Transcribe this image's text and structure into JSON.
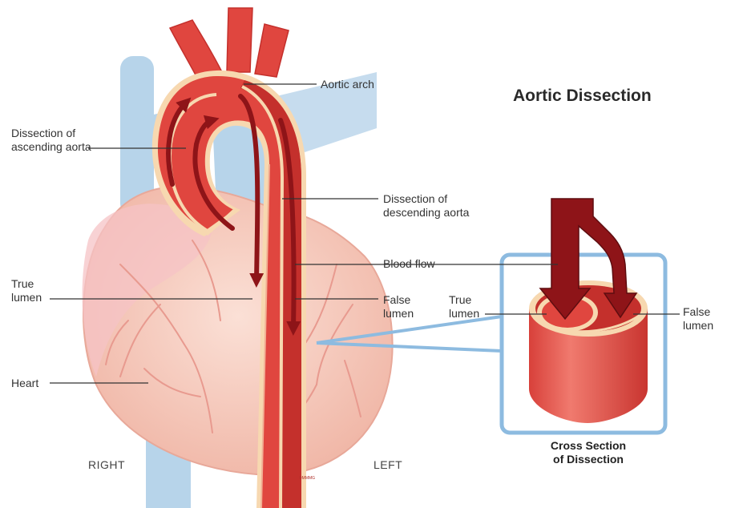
{
  "title": "Aortic Dissection",
  "labels": {
    "aortic_arch": "Aortic arch",
    "dissection_ascending": "Dissection of\nascending aorta",
    "dissection_descending": "Dissection of\ndescending aorta",
    "blood_flow": "Blood flow",
    "true_lumen_left": "True\nlumen",
    "false_lumen_center": "False\nlumen",
    "true_lumen_inset": "True\nlumen",
    "false_lumen_inset": "False\nlumen",
    "heart": "Heart",
    "right": "RIGHT",
    "left": "LEFT"
  },
  "inset_caption": "Cross Section\nof Dissection",
  "credit": "©MMMG",
  "colors": {
    "artery_red": "#e0463f",
    "false_lumen_red": "#c4302c",
    "arrow_dark": "#8e1418",
    "wall_cream": "#f7d8b0",
    "heart_pink": "#f7c8bc",
    "vessel_blue": "#b7d4ea",
    "inset_border": "#8dbbe0"
  }
}
